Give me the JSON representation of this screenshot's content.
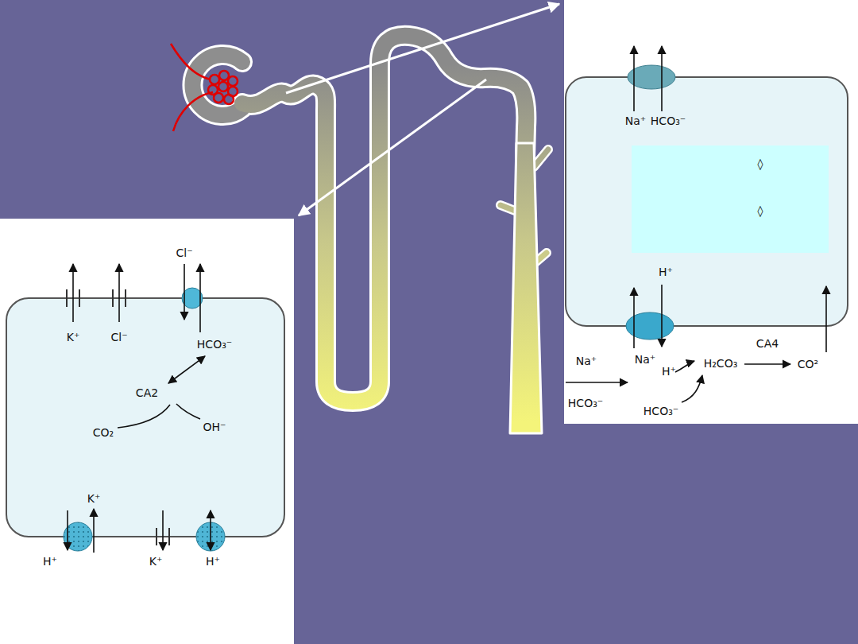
{
  "diagram": {
    "nodes": [
      {
        "text": [
          "Na⁺",
          "HCO₃⁻",
          "H⁺"
        ]
      },
      {
        "text": [
          "◊",
          "◊"
        ],
        "in": 0
      },
      {
        "text": [
          "K⁺",
          "Cl⁻",
          "HCO₃⁻",
          "CA2",
          "CO₂",
          "OH⁻",
          "K⁺"
        ]
      }
    ],
    "labels": [
      "Cl⁻",
      "H⁺",
      "K⁺",
      "H⁺",
      "Na⁺",
      "Na⁺",
      "HCO₃⁻",
      "H⁺",
      "HCO₃⁻",
      "H₂CO₃",
      "CA4",
      "CO²"
    ]
  }
}
